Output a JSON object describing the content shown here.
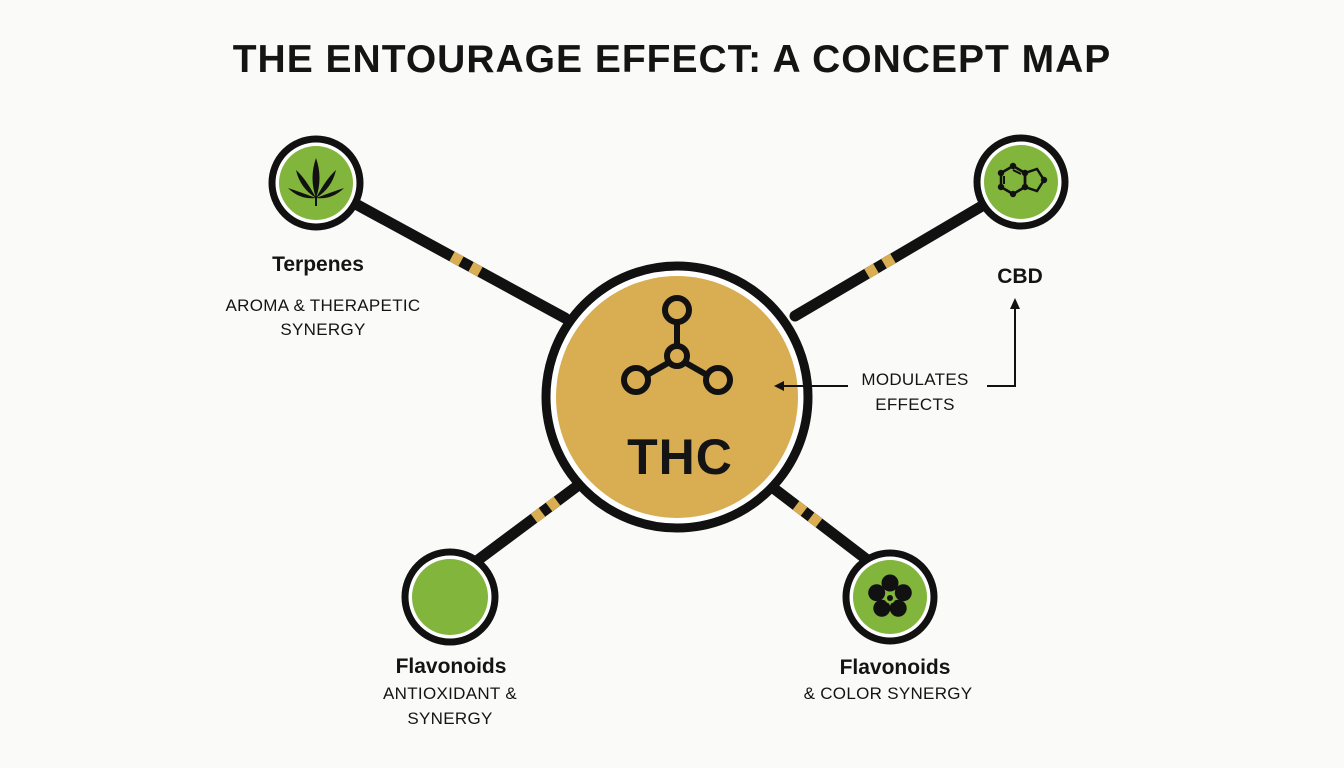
{
  "title": "THE ENTOURAGE EFFECT: A CONCEPT MAP",
  "colors": {
    "center_fill": "#d9ad52",
    "node_fill": "#82b53c",
    "line": "#111111",
    "line_stripe": "#d9ad52",
    "background": "#fafaf8"
  },
  "center": {
    "label": "THC",
    "icon": "molecule-icon"
  },
  "nodes": {
    "terpenes": {
      "name": "Terpenes",
      "desc_line1": "AROMA & THERAPETIC",
      "desc_line2": "SYNERGY",
      "icon": "cannabis-leaf-icon"
    },
    "cbd": {
      "name": "CBD",
      "icon": "molecule-ring-icon"
    },
    "flavonoids_left": {
      "name": "Flavonoids",
      "desc_line1": "ANTIOXIDANT &",
      "desc_line2": "SYNERGY",
      "icon": "none"
    },
    "flavonoids_right": {
      "name": "Flavonoids",
      "desc_line1": "& COLOR SYNERGY",
      "icon": "flower-icon"
    }
  },
  "annotation": {
    "line1": "MODULATES",
    "line2": "EFFECTS",
    "icon": "arrow-icon"
  }
}
